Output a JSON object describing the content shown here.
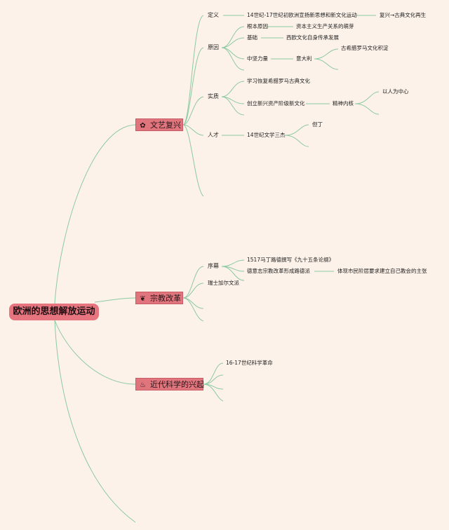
{
  "root": {
    "label": "欧洲的思想解放运动"
  },
  "branches": [
    {
      "label": "文艺复兴",
      "icon": "flower-icon"
    },
    {
      "label": "宗教改革",
      "icon": "leaf-icon"
    },
    {
      "label": "近代科学的兴起",
      "icon": "flame-icon"
    }
  ],
  "renaissance": {
    "definition": {
      "label": "定义",
      "text": "14世纪-17世纪初欧洲宣扬新思想和新文化运动",
      "note": "复兴→古典文化再生"
    },
    "cause": {
      "label": "原因",
      "root_cause": {
        "label": "根本原因",
        "text": "资本主义生产关系的萌芽"
      },
      "basis": {
        "label": "基础",
        "text": "西欧文化自身传承发展"
      },
      "backbone": {
        "label": "中坚力量",
        "text": "意大利",
        "detail": "古希腊罗马文化积淀"
      }
    },
    "essence": {
      "label": "实质",
      "item1": "学习恢复希腊罗马古典文化",
      "item2": "创立新兴资产阶级新文化",
      "core_label": "精神内核",
      "core_value": "以人为中心"
    },
    "figures": {
      "label": "人才",
      "text": "14世纪文学三杰",
      "name": "但丁"
    }
  },
  "reformation": {
    "prelude": {
      "label": "序幕",
      "item1": "1517马丁路德撰写《九十五条论纲》",
      "item2": "德意志宗教改革形成路德派",
      "item2_note": "体现市民阶层要求建立自己教会的主张"
    },
    "calvin": "瑞士加尔文派"
  },
  "science": {
    "item1": "16-17世纪科学革命"
  },
  "colors": {
    "background": "#fdf2e9",
    "branch_fill": "#e1757d",
    "root_fill": "#e7757f",
    "link": "#8cc9a2"
  }
}
